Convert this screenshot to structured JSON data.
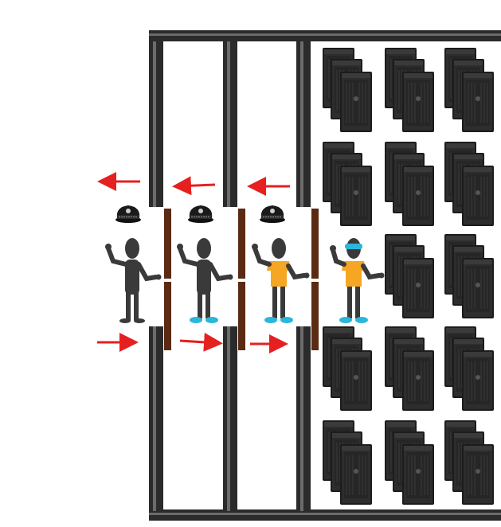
{
  "scene": {
    "description_free": true,
    "colors": {
      "frame": "#2b2b2b",
      "frame_highlight": "#6b6b6b",
      "door": "#5b2a12",
      "arrow": "#e62020",
      "person_dark": "#3a3a3a",
      "shirt": "#f5a623",
      "shoes_secure": "#2bb7d9",
      "visor": "#2bb7d9",
      "server_body": "#1f1f1f",
      "server_face": "#2c2c2c"
    },
    "people": [
      {
        "role": "visitor",
        "has_cap": true,
        "shirt": false,
        "shoe_covers": false,
        "visor": false
      },
      {
        "role": "visitor",
        "has_cap": true,
        "shirt": false,
        "shoe_covers": true,
        "visor": false
      },
      {
        "role": "visitor",
        "has_cap": true,
        "shirt": true,
        "shoe_covers": true,
        "visor": false
      },
      {
        "role": "visitor",
        "has_cap": false,
        "shirt": true,
        "shoe_covers": true,
        "visor": true
      }
    ],
    "arrows_out": 3,
    "arrows_in": 3,
    "server_rows": 5,
    "server_cols": 3
  }
}
